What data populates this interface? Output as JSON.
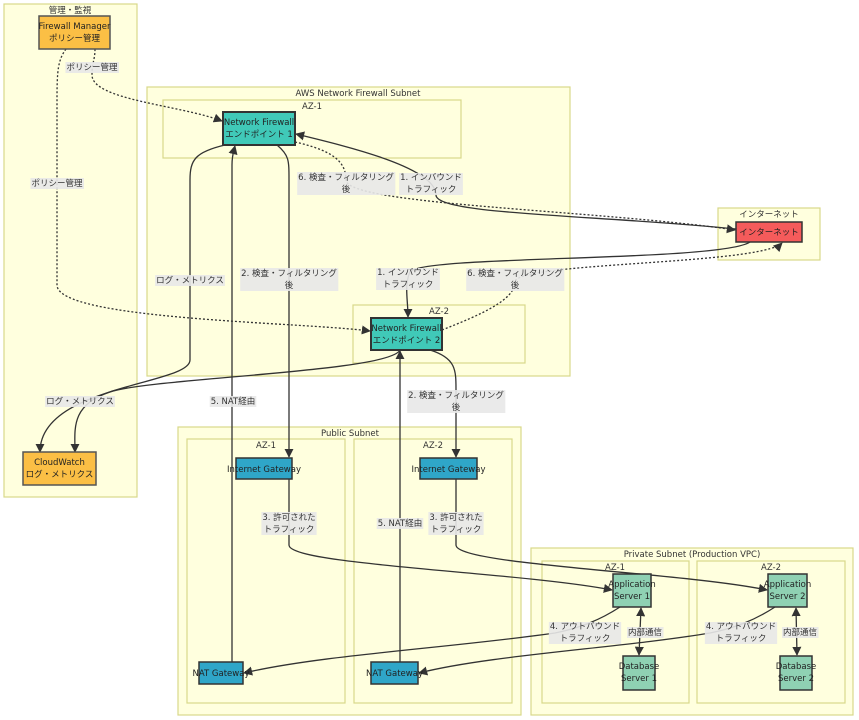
{
  "clusters": {
    "mgmt": "管理・監視",
    "fwsubnet": "AWS Network Firewall Subnet",
    "fw_az1": "AZ-1",
    "fw_az2": "AZ-2",
    "internet": "インターネット",
    "public": "Public Subnet",
    "pub_az1": "AZ-1",
    "pub_az2": "AZ-2",
    "private": "Private Subnet (Production VPC)",
    "prv_az1": "AZ-1",
    "prv_az2": "AZ-2"
  },
  "nodes": {
    "fm": [
      "Firewall Manager",
      "ポリシー管理"
    ],
    "cw": [
      "CloudWatch",
      "ログ・メトリクス"
    ],
    "nf1": [
      "Network Firewall",
      "エンドポイント 1"
    ],
    "nf2": [
      "Network Firewall",
      "エンドポイント 2"
    ],
    "inet": [
      "インターネット"
    ],
    "igw1": [
      "Internet Gateway"
    ],
    "igw2": [
      "Internet Gateway"
    ],
    "nat1": [
      "NAT Gateway"
    ],
    "nat2": [
      "NAT Gateway"
    ],
    "app1": [
      "Application",
      "Server 1"
    ],
    "app2": [
      "Application",
      "Server 2"
    ],
    "db1": [
      "Database",
      "Server 1"
    ],
    "db2": [
      "Database",
      "Server 2"
    ]
  },
  "edges": {
    "fm_nf1": [
      "ポリシー管理"
    ],
    "fm_nf2": [
      "ポリシー管理"
    ],
    "nf1_cw": [
      "ログ・メトリクス"
    ],
    "nf2_cw": [
      "ログ・メトリクス"
    ],
    "nf1_igw1": [
      "2. 検査・フィルタリング",
      "後"
    ],
    "nf2_igw2": [
      "2. 検査・フィルタリング",
      "後"
    ],
    "inet_nf1": [
      "1. インバウンド",
      "トラフィック"
    ],
    "nf1_inet": [
      "6. 検査・フィルタリング",
      "後"
    ],
    "inet_nf2": [
      "1. インバウンド",
      "トラフィック"
    ],
    "nf2_inet": [
      "6. 検査・フィルタリング",
      "後"
    ],
    "igw1_app1": [
      "3. 許可された",
      "トラフィック"
    ],
    "igw2_app2": [
      "3. 許可された",
      "トラフィック"
    ],
    "app1_nat1": [
      "4. アウトバウンド",
      "トラフィック"
    ],
    "app2_nat2": [
      "4. アウトバウンド",
      "トラフィック"
    ],
    "app1_db1": [
      "内部通信"
    ],
    "app2_db2": [
      "内部通信"
    ],
    "nat1_nf1": [
      "5. NAT経由"
    ],
    "nat2_nf2": [
      "5. NAT経由"
    ]
  },
  "colors": {
    "cluster": "#ffffde",
    "manager": "#fbbf45",
    "firewall": "#40c9b8",
    "internet": "#f55b5b",
    "gateway": "#2fa6c8",
    "server": "#8fd1b3"
  }
}
